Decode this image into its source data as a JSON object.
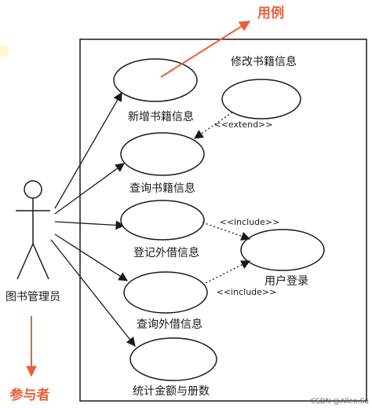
{
  "boundary": {},
  "actor": {
    "label": "图书管理员"
  },
  "use_cases": [
    {
      "id": "add",
      "label": "新增书籍信息"
    },
    {
      "id": "modify",
      "label": "修改书籍信息"
    },
    {
      "id": "query_books",
      "label": "查询书籍信息"
    },
    {
      "id": "register_loan",
      "label": "登记外借信息"
    },
    {
      "id": "login",
      "label": "用户登录"
    },
    {
      "id": "query_loans",
      "label": "查询外借信息"
    },
    {
      "id": "stats",
      "label": "统计金额与册数"
    }
  ],
  "relations": {
    "extend_label": "<<extend>>",
    "include_label_1": "<<include>>",
    "include_label_2": "<<include>>"
  },
  "annotations": {
    "use_case_note": "用例",
    "actor_note": "参与者"
  },
  "watermark": "CSDN @Allen.Su",
  "colors": {
    "annotation": "#e8603a",
    "line": "#1a1a1a",
    "highlight": "#fff6cc"
  }
}
